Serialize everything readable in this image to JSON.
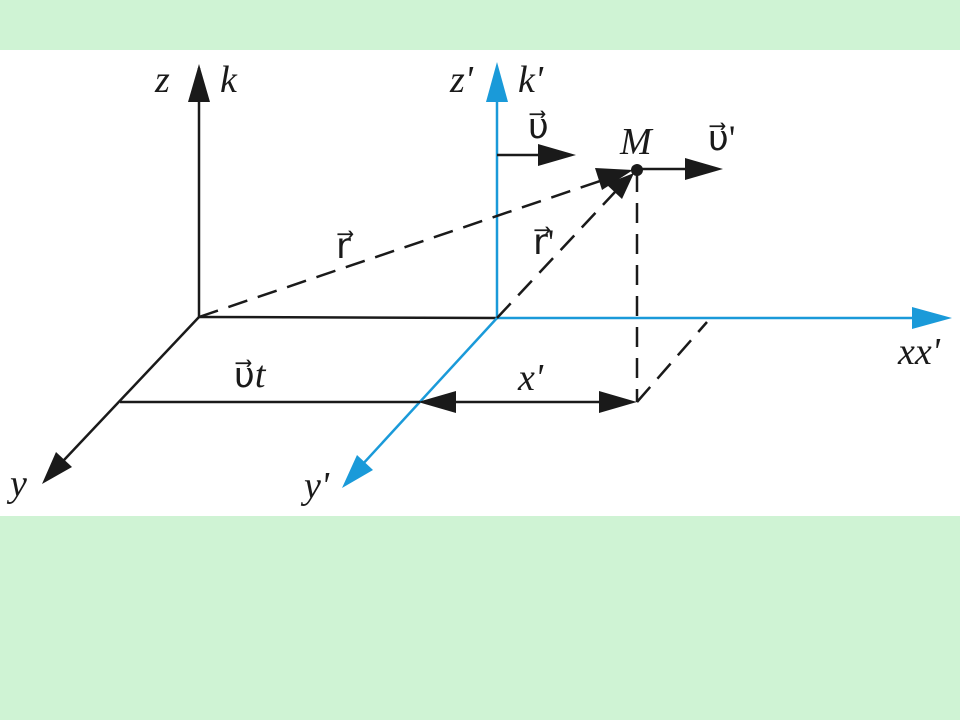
{
  "colors": {
    "background": "#cff3d4",
    "panel": "#ffffff",
    "ink": "#1a1a1a",
    "primed_frame": "#1a9ad9"
  },
  "labels": {
    "z": "z",
    "k": "k",
    "z_prime": "z'",
    "k_prime": "k'",
    "v": "υ⃗",
    "M": "M",
    "v_prime": "υ⃗'",
    "r": "r⃗",
    "r_prime": "r⃗'",
    "xx_prime": "xx'",
    "vt_v": "υ⃗",
    "vt_t": "t",
    "x_prime": "x'",
    "y": "y",
    "y_prime": "y'"
  }
}
